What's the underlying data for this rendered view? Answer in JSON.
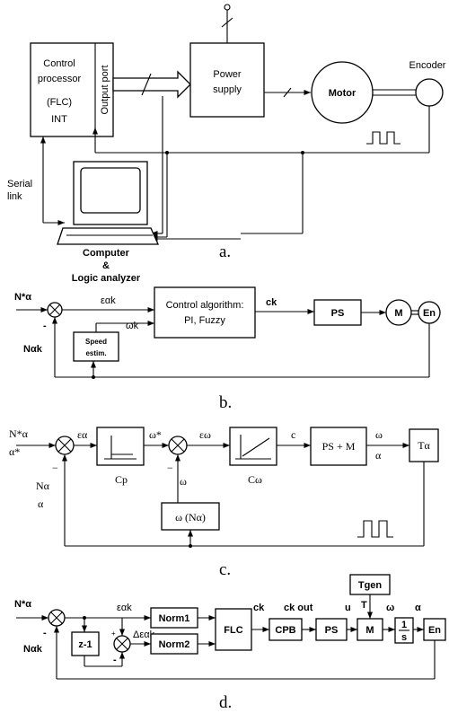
{
  "diagram_a": {
    "control_processor": [
      "Control",
      "processor",
      "(FLC)"
    ],
    "int_label": "INT",
    "output_port": "Output port",
    "power_supply": [
      "Power",
      "supply"
    ],
    "motor": "Motor",
    "encoder": "Encoder",
    "serial_link": [
      "Serial",
      "link"
    ],
    "computer": [
      "Computer",
      "&",
      "Logic analyzer"
    ],
    "caption": "a."
  },
  "diagram_b": {
    "n_alpha_star": "N*α",
    "n_alpha_k": "Nαk",
    "minus": "-",
    "eps_alpha_k": "εαk",
    "omega_k": "ωk",
    "control_algorithm": [
      "Control algorithm:",
      "PI, Fuzzy"
    ],
    "c_k": "ck",
    "ps": "PS",
    "m": "M",
    "en": "En",
    "speed_estim": [
      "Speed",
      "estim."
    ],
    "caption": "b."
  },
  "diagram_c": {
    "n_alpha_star": "N*α",
    "alpha_star": "α*",
    "eps_alpha": "εα",
    "omega_star": "ω*",
    "eps_omega": "εω",
    "c": "c",
    "ps_m": "PS + M",
    "omega": "ω",
    "alpha": "α",
    "t_alpha": "Tα",
    "minus1": "−",
    "n_alpha": "Nα",
    "alpha_fb": "α",
    "c_p": "Cp",
    "minus2": "−",
    "omega_fb": "ω",
    "c_omega": "Cω",
    "omega_n_alpha": "ω (Nα)",
    "caption": "c."
  },
  "diagram_d": {
    "n_alpha_star": "N*α",
    "n_alpha_k": "Nαk",
    "minus1": "-",
    "z_inv": "z-1",
    "eps_alpha_k": "εαk",
    "delta_eps": "Δεαk",
    "minus2": "-",
    "plus": "+",
    "norm1": "Norm1",
    "norm2": "Norm2",
    "flc": "FLC",
    "c_k": "ck",
    "c_k_out": "ck out",
    "cpb": "CPB",
    "ps": "PS",
    "u": "u",
    "m": "M",
    "t_gen": "Tgen",
    "t": "T",
    "omega": "ω",
    "integrator_num": "1",
    "integrator_den": "s",
    "alpha": "α",
    "en": "En",
    "caption": "d."
  }
}
